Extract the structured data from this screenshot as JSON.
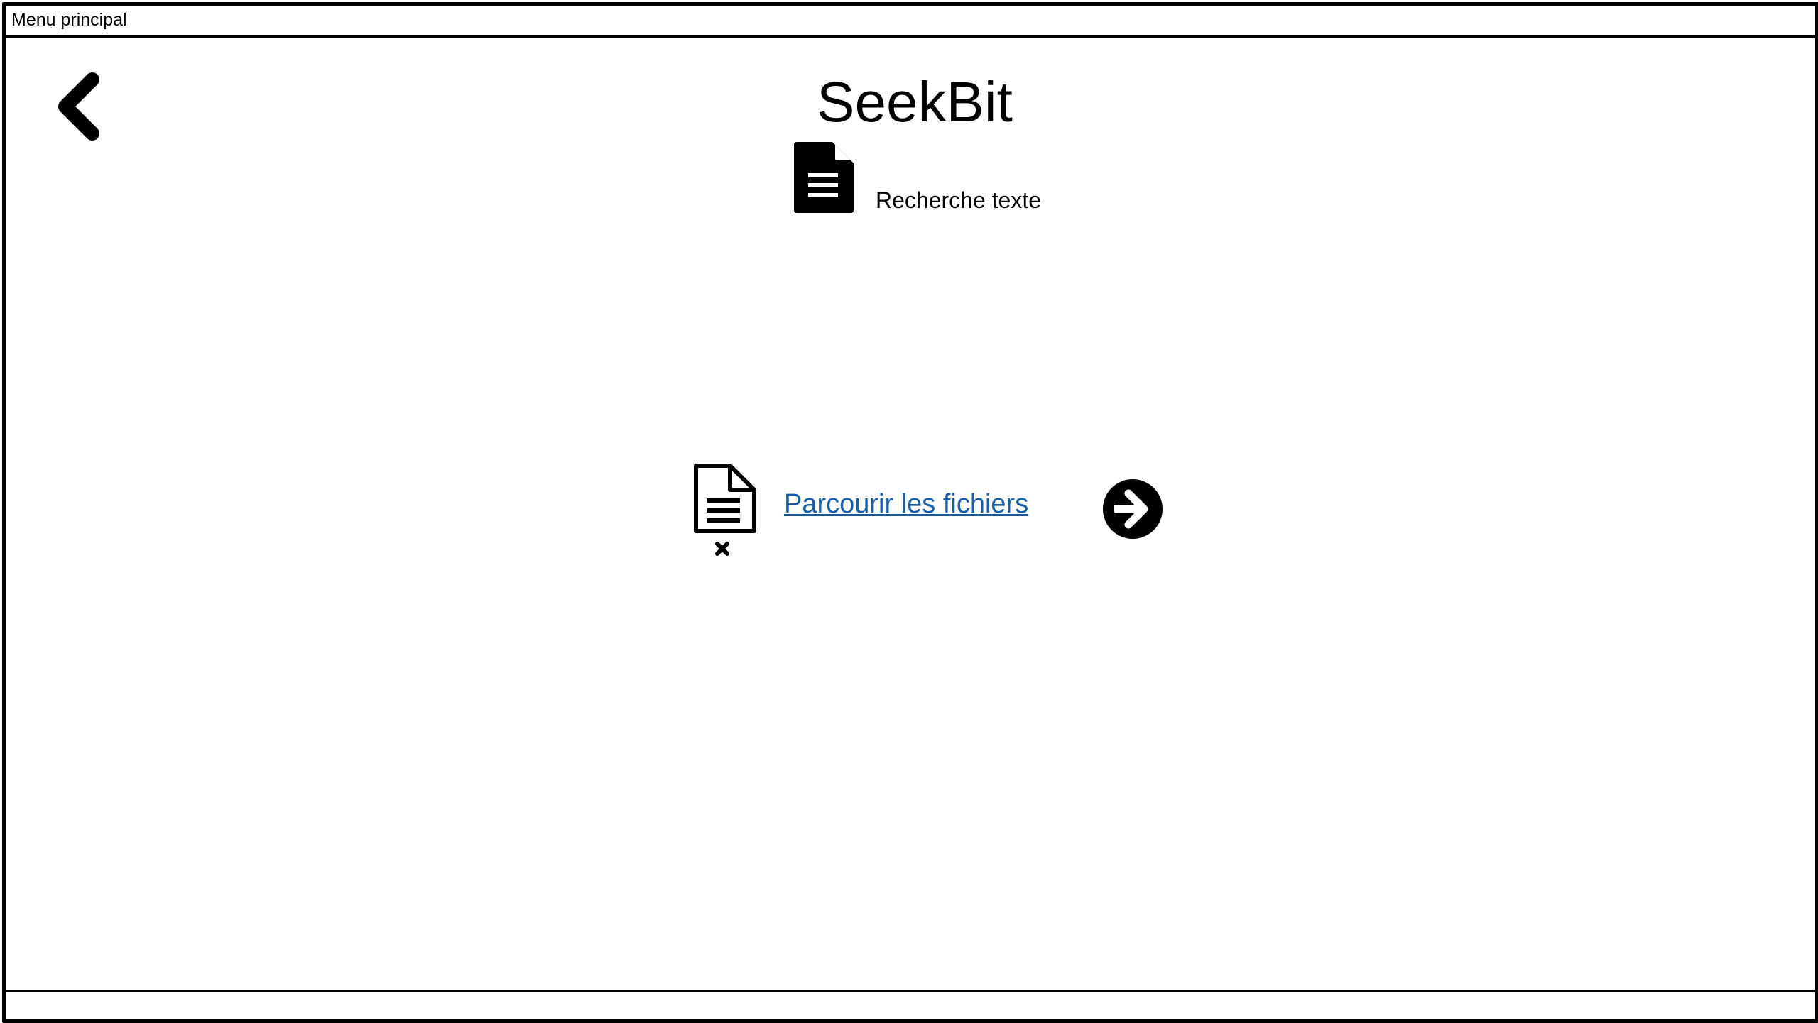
{
  "window": {
    "title": "Menu principal"
  },
  "header": {
    "app_title": "SeekBit",
    "mode_label": "Recherche texte",
    "back_icon": "chevron-left-icon",
    "mode_icon": "document-icon"
  },
  "main": {
    "file_status_icon": "document-no-file-icon",
    "browse_label": "Parcourir les fichiers",
    "next_icon": "arrow-right-circle-icon"
  },
  "colors": {
    "link": "#1a5fa6",
    "border": "#000000",
    "background": "#ffffff"
  }
}
